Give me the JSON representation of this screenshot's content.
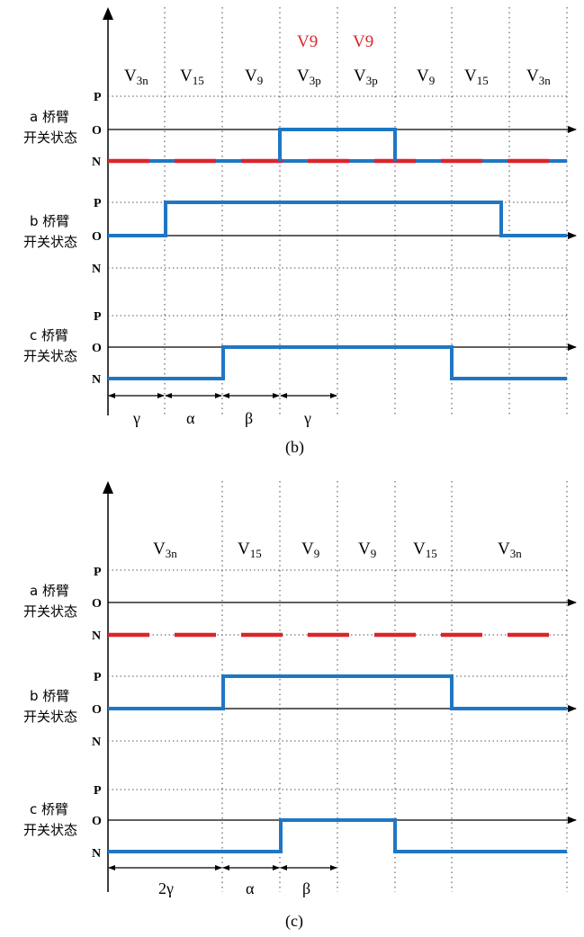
{
  "panel_b": {
    "caption": "(b)",
    "red_vectors": [
      "V9",
      "V9"
    ],
    "vector_labels": [
      "V3n",
      "V15",
      "V9",
      "V3p",
      "V3p",
      "V9",
      "V15",
      "V3n"
    ],
    "legs": [
      {
        "name": "a 桥臂",
        "sub": "开关状态",
        "levels": [
          "P",
          "O",
          "N"
        ]
      },
      {
        "name": "b 桥臂",
        "sub": "开关状态",
        "levels": [
          "P",
          "O",
          "N"
        ]
      },
      {
        "name": "c 桥臂",
        "sub": "开关状态",
        "levels": [
          "P",
          "O",
          "N"
        ]
      }
    ],
    "intervals": [
      "γ",
      "α",
      "β",
      "γ"
    ]
  },
  "panel_c": {
    "caption": "(c)",
    "vector_labels": [
      "V3n",
      "V15",
      "V9",
      "V9",
      "V15",
      "V3n"
    ],
    "legs": [
      {
        "name": "a 桥臂",
        "sub": "开关状态",
        "levels": [
          "P",
          "O",
          "N"
        ]
      },
      {
        "name": "b 桥臂",
        "sub": "开关状态",
        "levels": [
          "P",
          "O",
          "N"
        ]
      },
      {
        "name": "c 桥臂",
        "sub": "开关状态",
        "levels": [
          "P",
          "O",
          "N"
        ]
      }
    ],
    "intervals": [
      "2γ",
      "α",
      "β"
    ]
  },
  "colors": {
    "waveform": "#1f77c4",
    "dashed": "#d9262a",
    "axis": "#000000"
  }
}
